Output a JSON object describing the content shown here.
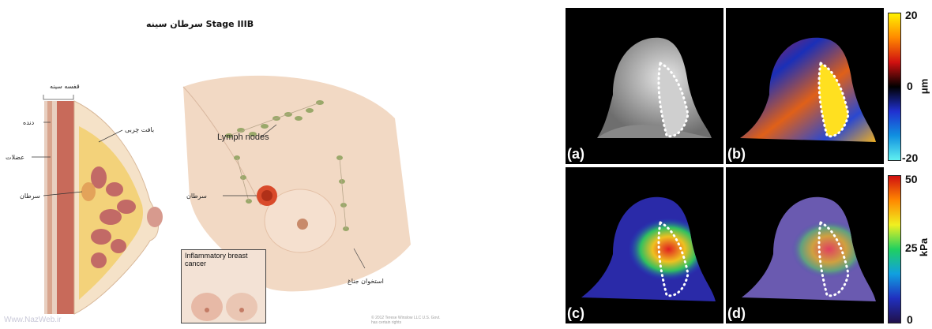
{
  "left_figure": {
    "title": "سرطان سینه  Stage IIIB",
    "labels": {
      "chest_wall": "قفسه سینه",
      "ribs": "دنده",
      "fatty_tissue": "بافت چربی",
      "muscles": "عضلات",
      "cancer_side": "سرطان",
      "lymph_nodes": "Lymph nodes",
      "cancer_front": "سرطان",
      "sternum": "استخوان جناغ"
    },
    "inset_title": "Inflammatory breast cancer",
    "watermark": "Www.NazWeb.ir",
    "copyright": "© 2012 Terese Winslow LLC U.S. Govt. has certain rights"
  },
  "right_figure": {
    "panels": [
      "(a)",
      "(b)",
      "(c)",
      "(d)"
    ],
    "displacement_bar": {
      "max": "20",
      "mid": "0",
      "min": "-20",
      "unit": "μm"
    },
    "stiffness_bar": {
      "max": "50",
      "mid": "25",
      "min": "0",
      "unit": "kPa"
    }
  },
  "colors": {
    "skin": "#f2d9c4",
    "fat": "#f3d27a",
    "tumor": "#d94a2a",
    "lymph": "#9aa86a",
    "divider": "#4a6fb5"
  }
}
